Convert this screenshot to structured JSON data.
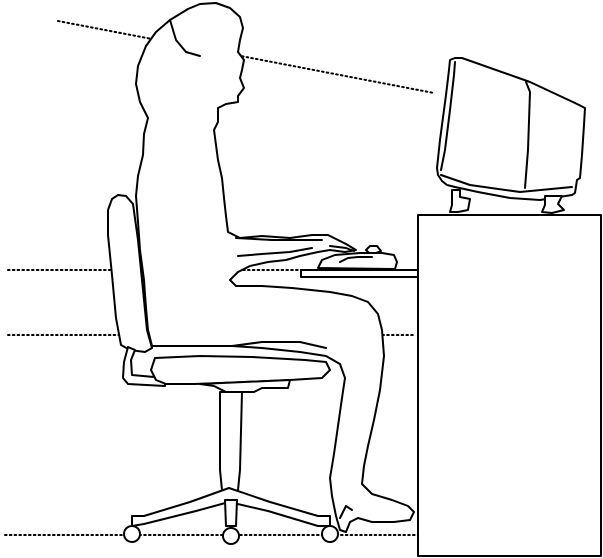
{
  "diagram": {
    "style": "black line-art ergonomic seating posture illustration",
    "colors": {
      "line": "#000000",
      "background": "#ffffff"
    },
    "elements": [
      "seated-person",
      "office-chair",
      "desk",
      "crt-monitor",
      "keyboard",
      "mouse",
      "sight-line",
      "elbow-height-guide",
      "thigh-height-guide",
      "floor-guide"
    ]
  }
}
